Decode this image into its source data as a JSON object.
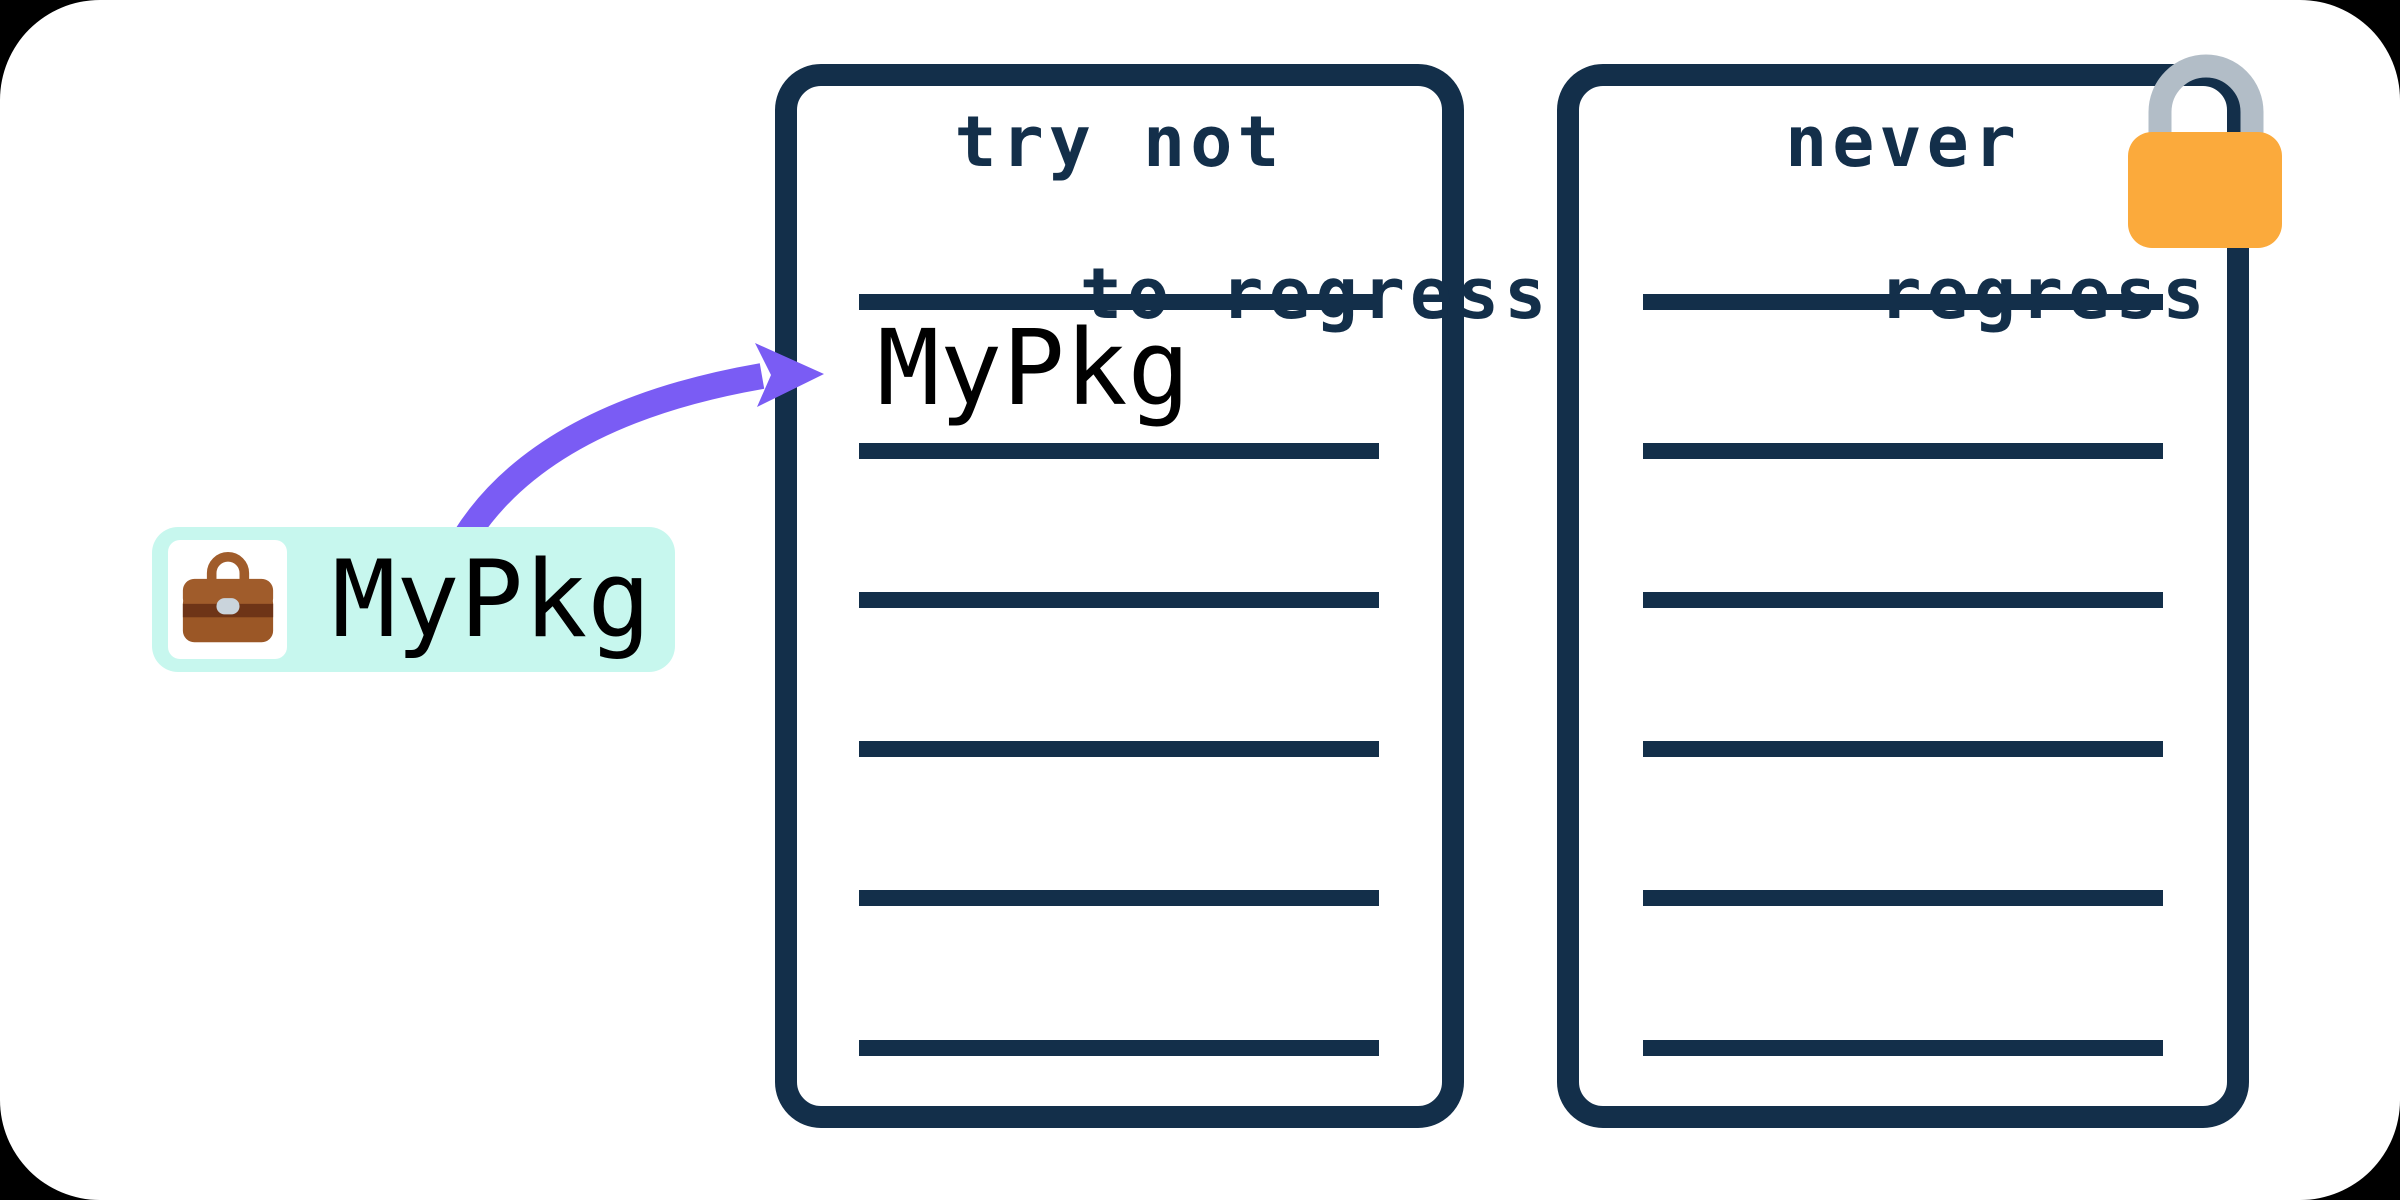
{
  "figure": {
    "background": "#000000",
    "surface": "#FFFFFF",
    "description_colors": {
      "card_border_navy": "#132F4A",
      "rule_navy": "#132F4A",
      "arrow_purple": "#7A5CF4",
      "badge_background_cyan": "#C7F7EE",
      "lock_body_orange": "#FBAA3C",
      "lock_shackle_gray": "#B2BDC7",
      "entry_text_black": "#000000",
      "briefcase_brown": "#A05C2B",
      "briefcase_dark_band": "#6E3417",
      "briefcase_clasp_gray": "#CAD4DC"
    }
  },
  "package_badge": {
    "label": "MyPkg",
    "icon": "briefcase-icon"
  },
  "lists": {
    "left_card": {
      "title_line1": "try not",
      "title_line2": "to regress",
      "entries": {
        "0": "MyPkg"
      },
      "rule_count": 6,
      "locked": false
    },
    "right_card": {
      "title_line1": "never",
      "title_line2": "regress",
      "entries": {},
      "rule_count": 6,
      "locked": true
    }
  }
}
